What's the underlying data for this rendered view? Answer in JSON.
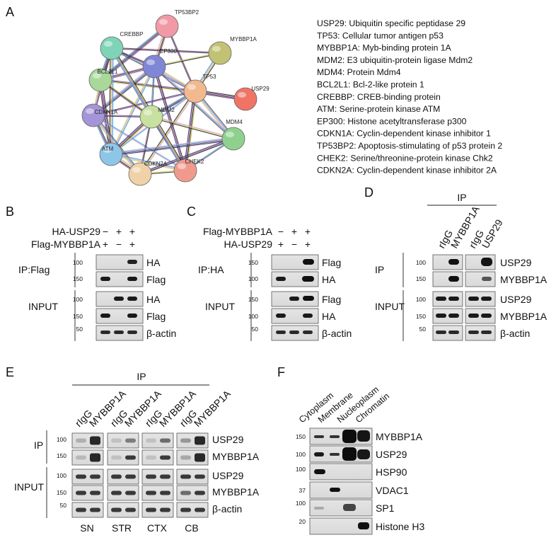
{
  "figure": {
    "panel_A": {
      "label": "A",
      "network_nodes": [
        "TP53BP2",
        "CREBBP",
        "MYBBP1A",
        "EP300",
        "BCL2L1",
        "TP53",
        "USP29",
        "CDKN1A",
        "MDM2",
        "MDM4",
        "ATM",
        "CDKN2A",
        "CHEK2"
      ],
      "legend": [
        "USP29: Ubiquitin specific peptidase 29",
        "TP53: Cellular tumor antigen p53",
        "MYBBP1A: Myb-binding protein 1A",
        "MDM2: E3 ubiquitin-protein ligase Mdm2",
        "MDM4: Protein Mdm4",
        "BCL2L1: Bcl-2-like protein 1",
        "CREBBP: CREB-binding protein",
        "ATM: Serine-protein kinase ATM",
        "EP300: Histone acetyltransferase p300",
        "CDKN1A: Cyclin-dependent kinase inhibitor 1",
        "TP53BP2: Apoptosis-stimulating of p53 protein 2",
        "CHEK2: Serine/threonine-protein kinase Chk2",
        "CDKN2A: Cyclin-dependent kinase inhibitor 2A"
      ]
    },
    "panel_B": {
      "label": "B",
      "treatments": [
        {
          "name": "HA-USP29",
          "marks": [
            "−",
            "+",
            "+"
          ]
        },
        {
          "name": "Flag-MYBBP1A",
          "marks": [
            "+",
            "−",
            "+"
          ]
        }
      ],
      "groups": [
        "IP:Flag",
        "INPUT"
      ],
      "rows": [
        {
          "mw": "100",
          "label": "HA"
        },
        {
          "mw": "150",
          "label": "Flag"
        },
        {
          "mw": "100",
          "label": "HA"
        },
        {
          "mw": "150",
          "label": "Flag"
        },
        {
          "mw": "50",
          "label": "β-actin"
        }
      ]
    },
    "panel_C": {
      "label": "C",
      "treatments": [
        {
          "name": "Flag-MYBBP1A",
          "marks": [
            "−",
            "+",
            "+"
          ]
        },
        {
          "name": "HA-USP29",
          "marks": [
            "+",
            "−",
            "+"
          ]
        }
      ],
      "groups": [
        "IP:HA",
        "INPUT"
      ],
      "rows": [
        {
          "mw": "150",
          "label": "Flag"
        },
        {
          "mw": "100",
          "label": "HA"
        },
        {
          "mw": "150",
          "label": "Flag"
        },
        {
          "mw": "100",
          "label": "HA"
        },
        {
          "mw": "50",
          "label": "β-actin"
        }
      ]
    },
    "panel_D": {
      "label": "D",
      "ip_header": "IP",
      "lanes": [
        "rIgG",
        "MYBBP1A",
        "rIgG",
        "USP29"
      ],
      "groups": [
        "IP",
        "INPUT"
      ],
      "rows": [
        {
          "mw": "100",
          "label": "USP29"
        },
        {
          "mw": "150",
          "label": "MYBBP1A"
        },
        {
          "mw": "100",
          "label": "USP29"
        },
        {
          "mw": "150",
          "label": "MYBBP1A"
        },
        {
          "mw": "50",
          "label": "β-actin"
        }
      ]
    },
    "panel_E": {
      "label": "E",
      "ip_header": "IP",
      "lanes": [
        "rIgG",
        "MYBBP1A",
        "rIgG",
        "MYBBP1A",
        "rIgG",
        "MYBBP1A",
        "rIgG",
        "MYBBP1A"
      ],
      "groups": [
        "IP",
        "INPUT"
      ],
      "rows": [
        {
          "mw": "100",
          "label": "USP29"
        },
        {
          "mw": "150",
          "label": "MYBBP1A"
        },
        {
          "mw": "100",
          "label": "USP29"
        },
        {
          "mw": "150",
          "label": "MYBBP1A"
        },
        {
          "mw": "50",
          "label": "β-actin"
        }
      ],
      "regions": [
        "SN",
        "STR",
        "CTX",
        "CB"
      ]
    },
    "panel_F": {
      "label": "F",
      "fractions": [
        "Cytoplasm",
        "Membrane",
        "Nucleoplasm",
        "Chromatin"
      ],
      "rows": [
        {
          "mw": "150",
          "label": "MYBBP1A"
        },
        {
          "mw": "100",
          "label": "USP29"
        },
        {
          "mw": "100",
          "label": "HSP90"
        },
        {
          "mw": "37",
          "label": "VDAC1"
        },
        {
          "mw": "100",
          "label": "SP1"
        },
        {
          "mw": "20",
          "label": "Histone H3"
        }
      ]
    }
  }
}
